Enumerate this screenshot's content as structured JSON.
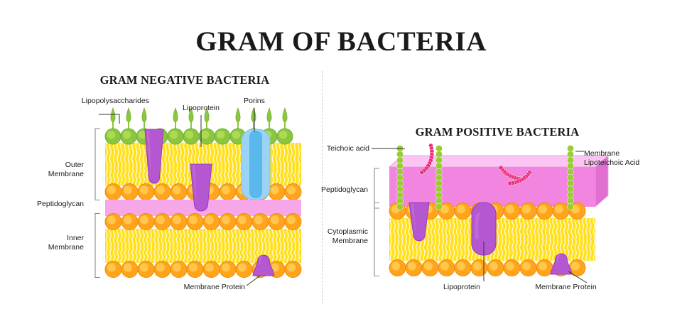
{
  "title": "GRAM OF BACTERIA",
  "panels": {
    "negative": {
      "title": "GRAM NEGATIVE BACTERIA",
      "labels": {
        "lps": "Lipopolysaccharides",
        "lipoprotein": "Lipoprotein",
        "porins": "Porins",
        "outer_membrane": "Outer\nMembrane",
        "peptidoglycan": "Peptidoglycan",
        "inner_membrane": "Inner\nMembrane",
        "membrane_protein": "Membrane Protein"
      }
    },
    "positive": {
      "title": "GRAM POSITIVE BACTERIA",
      "labels": {
        "teichoic_acid": "Teichoic acid",
        "membrane_lipoteichoic_acid": "Membrane\nLipoteichoic Acid",
        "peptidoglycan": "Peptidoglycan",
        "cytoplasmic_membrane": "Cytoplasmic\nMembrane",
        "lipoprotein": "Lipoprotein",
        "membrane_protein": "Membrane Protein"
      }
    }
  },
  "colors": {
    "background": "#ffffff",
    "text": "#1a1a1a",
    "lps_head": "#8CC63E",
    "lps_head_dark": "#6FAE2A",
    "lps_spike": "#8CC63E",
    "lipid_tail_field": "#FFE01A",
    "lipid_tail_strand": "#FFF6CF",
    "phospho_head": "#FFA41C",
    "phospho_head_dark": "#F08C00",
    "phospho_head_hl": "#FFD35C",
    "peptidoglycan": "#F7A6E8",
    "peptidoglycan_pos_front": "#F285E0",
    "peptidoglycan_pos_top": "#FBC4F2",
    "protein_purple": "#B457D0",
    "protein_purple_dark": "#9B3FBA",
    "protein_purple_hl": "#C878E0",
    "porin_outer": "#9BD3F5",
    "porin_inner": "#5BB8ED",
    "teichoic": "#E8307A",
    "lipoteichoic": "#9ACD32",
    "bracket": "#8a8a8a",
    "leader": "#333333",
    "divider": "#c9c9c9"
  }
}
